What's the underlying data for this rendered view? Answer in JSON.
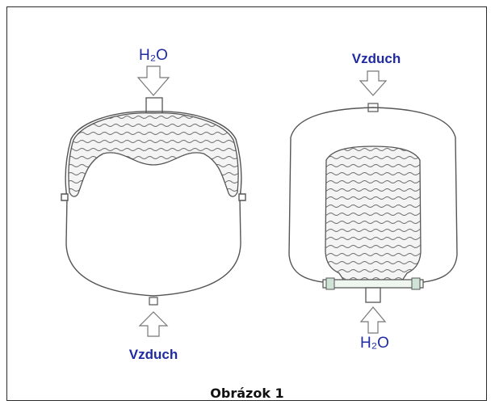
{
  "figure": {
    "caption": "Obrázok 1",
    "left_tank": {
      "top_label": "H₂O",
      "bottom_label": "Vzduch"
    },
    "right_tank": {
      "top_label": "Vzduch",
      "bottom_label": "H₂O"
    }
  }
}
